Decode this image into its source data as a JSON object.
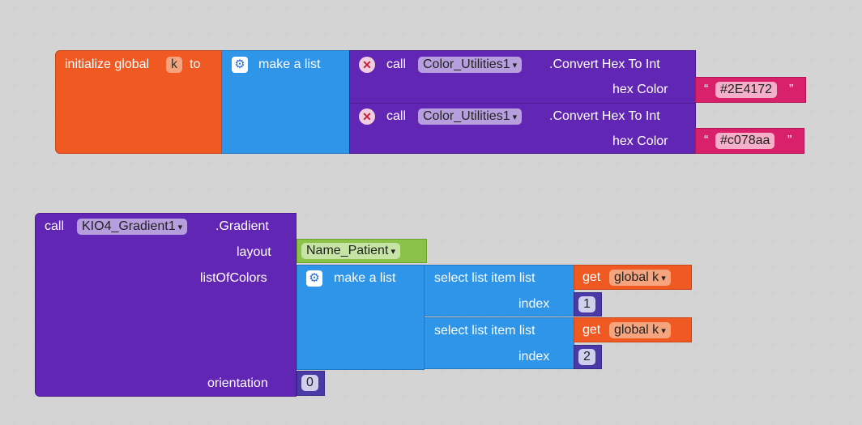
{
  "init_block": {
    "label_initialize": "initialize global",
    "var_name": "k",
    "label_to": "to",
    "make_list_label": "make a list",
    "calls": [
      {
        "call_label": "call",
        "component": "Color_Utilities1",
        "method": ".Convert Hex To Int",
        "param_label": "hex Color",
        "value": "#2E4172"
      },
      {
        "call_label": "call",
        "component": "Color_Utilities1",
        "method": ".Convert Hex To Int",
        "param_label": "hex Color",
        "value": "#c078aa"
      }
    ]
  },
  "gradient_block": {
    "call_label": "call",
    "component": "KIO4_Gradient1",
    "method": ".Gradient",
    "layout_label": "layout",
    "layout_value": "Name_Patient",
    "list_label": "listOfColors",
    "make_list_label": "make a list",
    "select_items": [
      {
        "label": "select list item  list",
        "get_label": "get",
        "var": "global k",
        "index_label": "index",
        "index": "1"
      },
      {
        "label": "select list item  list",
        "get_label": "get",
        "var": "global k",
        "index_label": "index",
        "index": "2"
      }
    ],
    "orientation_label": "orientation",
    "orientation_value": "0"
  },
  "colors": {
    "orange": "#f05a22",
    "blue": "#2f95e8",
    "purple": "#6226b5",
    "text_string": "#d9206a",
    "green": "#8bc34a",
    "number": "#4a3aa8"
  }
}
